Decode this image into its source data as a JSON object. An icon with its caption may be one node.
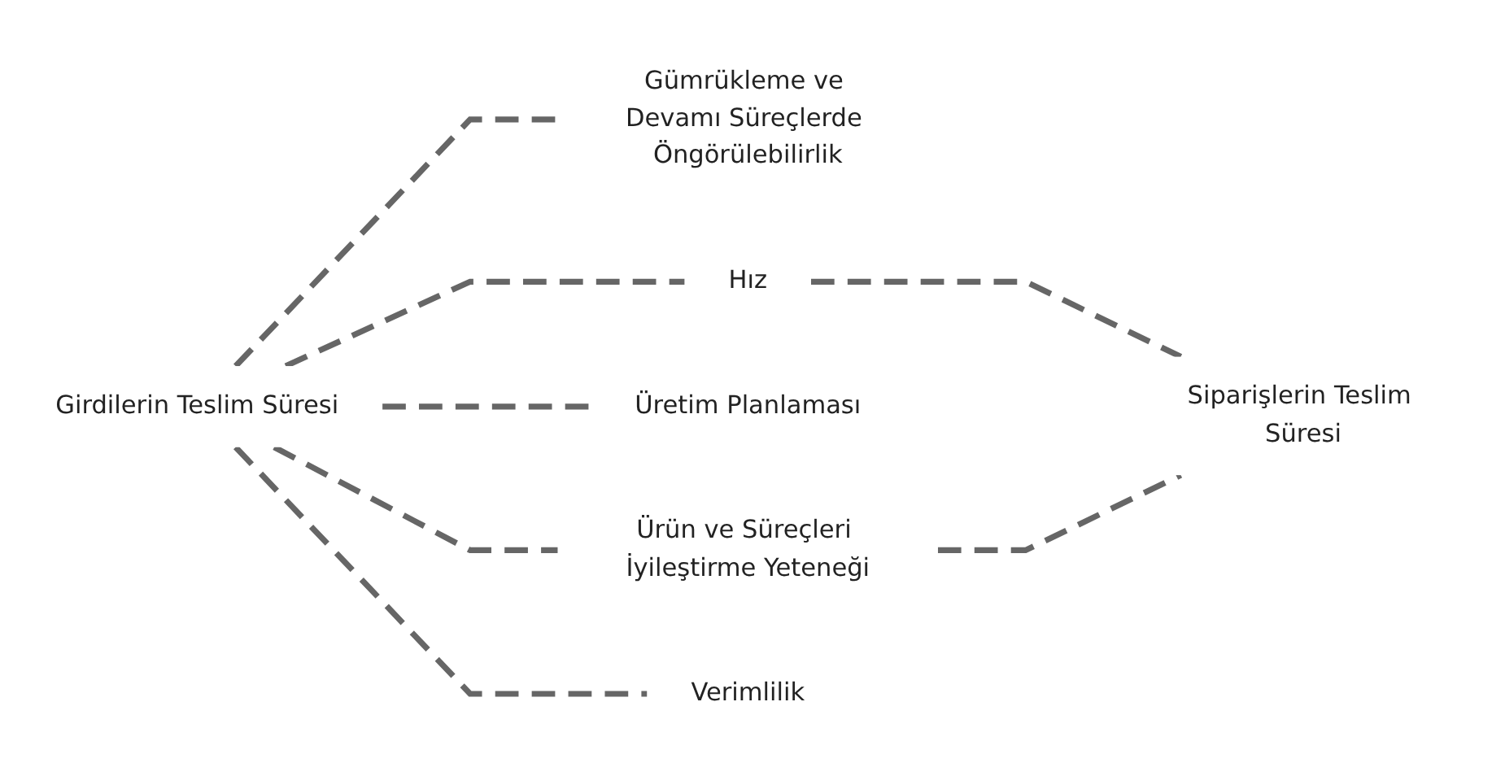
{
  "diagram": {
    "nodes": [
      {
        "text": [
          "Girdilerin Teslim Süresi"
        ]
      },
      {
        "text": [
          "Gümrükleme ve Devamı Süreçlerde Öngörülebilirlik"
        ]
      },
      {
        "text": [
          "Hız"
        ]
      },
      {
        "text": [
          "Üretim Planlaması"
        ]
      },
      {
        "text": [
          "Ürün ve Süreçleri İyileştirme Yeteneği"
        ]
      },
      {
        "text": [
          "Verimlilik"
        ]
      },
      {
        "text": [
          "Siparişlerin Teslim Süresi"
        ]
      }
    ],
    "edges": [
      {
        "from": 0,
        "to": 1,
        "arrow": "none",
        "style": "dashed"
      },
      {
        "from": 0,
        "to": 2,
        "arrow": "none",
        "style": "dashed"
      },
      {
        "from": 0,
        "to": 3,
        "arrow": "none",
        "style": "dashed"
      },
      {
        "from": 0,
        "to": 4,
        "arrow": "none",
        "style": "dashed"
      },
      {
        "from": 0,
        "to": 5,
        "arrow": "none",
        "style": "dashed"
      },
      {
        "from": 2,
        "to": 6,
        "arrow": "none",
        "style": "dashed"
      },
      {
        "from": 4,
        "to": 6,
        "arrow": "none",
        "style": "dashed"
      }
    ]
  }
}
